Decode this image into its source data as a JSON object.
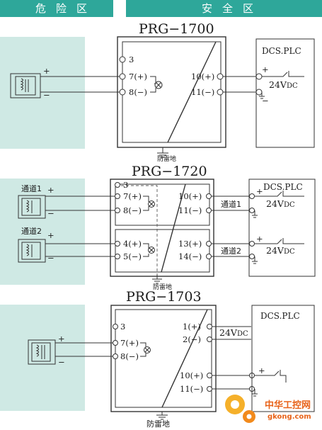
{
  "header": {
    "danger_zone": "危险区",
    "safe_zone": "安全区"
  },
  "common": {
    "dcs_plc": "DCS.PLC",
    "supply_24v": "24V",
    "supply_dc": "DC",
    "lightning_ground": "防雷地",
    "plus": "+",
    "minus": "−"
  },
  "sections": [
    {
      "model": "PRG−1700",
      "left_terminals": [
        "3",
        "7(+)",
        "8(−)"
      ],
      "right_terminals": [
        "10(+)",
        "11(−)"
      ]
    },
    {
      "model": "PRG−1720",
      "channels": [
        "通道1",
        "通道2"
      ],
      "left_terminals_ch1": [
        "3",
        "7(+)",
        "8(−)"
      ],
      "left_terminals_ch2": [
        "4(+)",
        "5(−)"
      ],
      "right_terminals_ch1": [
        "10(+)",
        "11(−)"
      ],
      "right_terminals_ch2": [
        "13(+)",
        "14(−)"
      ]
    },
    {
      "model": "PRG−1703",
      "left_terminals": [
        "3",
        "7(+)",
        "8(−)"
      ],
      "right_terminals_power": [
        "1(+)",
        "2(−)"
      ],
      "right_terminals_signal": [
        "10(+)",
        "11(−)"
      ]
    }
  ],
  "watermark": {
    "name": "中华工控网",
    "url": "gkong.com"
  },
  "colors": {
    "banner": "#2ea79a",
    "hazard_area": "#cfe9e4",
    "line": "#333333"
  }
}
